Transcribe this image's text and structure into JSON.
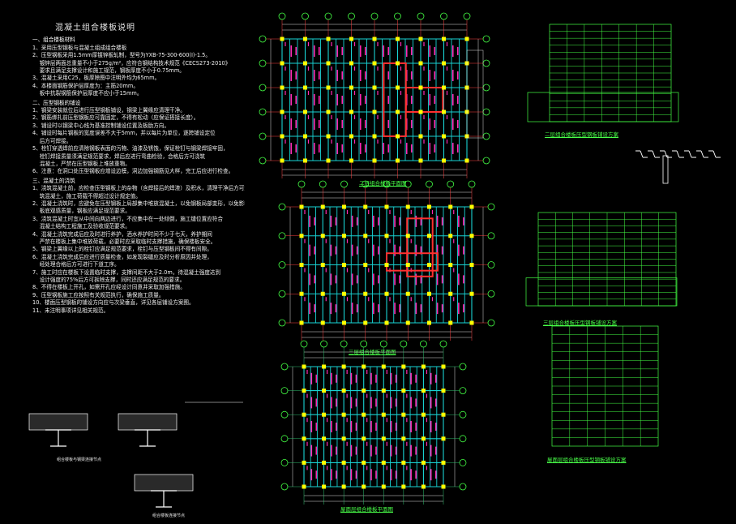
{
  "notes": {
    "title": "混凝土组合楼板说明",
    "sections": [
      {
        "heading": "一、组合楼板材料",
        "items": [
          "1、采用压型钢板与混凝土组成组合楼板",
          "2、压型钢板采用1.5mm厚镀锌板轧制，型号为YXB-75-300-600(I)-1.5。",
          "　 镀锌层两面总重量不小于275g/m²，应符合钢结构技术规范《CECS273-2010》",
          "　 要求且满足支撑设计和施工规范，钢板厚度不小于0.75mm。",
          "3、混凝土采用C25，板厚除图中注明外均为65mm。",
          "4、本楼面钢筋保护层厚度为：主筋20mm。",
          "　 板中抗裂钢筋保护层厚度不应小于15mm。"
        ]
      },
      {
        "heading": "二、压型钢板的铺设",
        "items": [
          "1、钢梁安装就位后进行压型钢板铺设，钢梁上翼缘应清理干净。",
          "2、钢筋绑扎前压型钢板应可靠固定，不得有松动（应保证搭接长度）。",
          "3、铺设时以钢梁中心线为基准控制铺设位置及板肋方向。",
          "4、铺设时每片钢板的宽度误差不大于5mm，并以每片为单位，逐跨铺设定位",
          "　 后方可焊接。",
          "5、栓钉穿透焊前应清除钢板表面的污物、油漆及锈蚀，保证栓钉与钢梁焊接牢固，",
          "　 栓钉焊接质量须满足规范要求，焊后应进行弯曲检验，合格后方可浇筑",
          "　 混凝土，严禁在压型钢板上堆放重物。",
          "6、注意：在洞口处压型钢板应增设边模，洞边加强钢筋见大样，完工后应进行检查。"
        ]
      },
      {
        "heading": "三、混凝土的浇筑",
        "items": [
          "1、浇筑混凝土前，应检查压型钢板上的杂物（含焊接后的焊渣）及积水，清理干净后方可浇",
          "　 筑混凝土，施工荷载不得超过设计规定值。",
          "2、混凝土浇筑时，应避免在压型钢板上局部集中堆放混凝土，以免钢板局部变形，以免影响",
          "　 板底观感质量，钢板应满足规范要求。",
          "3、浇筑混凝土时宜从中间向两边进行，不应集中在一处倾倒，施工缝位置应符合",
          "　 混凝土结构工程施工及验收规范要求。",
          "4、混凝土浇筑完成后应及时进行养护，洒水养护时间不少于七天，养护期间",
          "　 严禁在楼板上集中堆放荷载，必要时应采取临时支撑措施，确保楼板安全。",
          "5、钢梁上翼缘以上的栓钉应满足规范要求，栓钉与压型钢板间不得有间隙。",
          "6、混凝土浇筑完成后应进行质量检查，如发现裂缝应及时分析原因并处理，",
          "　 经处理合格后方可进行下道工序。",
          "7、施工时应在楼板下设置临时支撑，支撑间距不大于2.0m，待混凝土强度达到",
          "　 设计强度的75%后方可拆除支撑，同时还应满足规范的要求。",
          "8、不得在楼板上开孔，如需开孔应经设计同意并采取加强措施。",
          "9、压型钢板施工应按照有关规范执行，确保施工质量。",
          "10、楼面压型钢板的铺设方向应与次梁垂直，详见各层铺设方案图。",
          "11、未注明事项详见相关规范。"
        ]
      }
    ]
  },
  "captions": {
    "floor2_layout": "二层组合楼板平面图",
    "floor3_layout": "三层组合楼板平面图",
    "roof_layout": "屋面层组合楼板平面图",
    "floor2_scheme": "二层组合楼板压型钢板铺设方案",
    "floor3_scheme": "三层组合楼板压型钢板铺设方案",
    "roof_scheme": "屋面层组合楼板压型钢板铺设方案",
    "detail_a": "组合楼板与钢梁连接节点",
    "detail_b": "组合楼板连接节点"
  },
  "colors": {
    "background": "#000000",
    "grid": "#ff4040",
    "beam": "#19d3d3",
    "column": "#ffff00",
    "rebar": "#ff2ab4",
    "scheme": "#44ff44",
    "text": "#ffffff"
  },
  "icons": [
    "axis-bubble",
    "column-marker",
    "steel-section"
  ]
}
